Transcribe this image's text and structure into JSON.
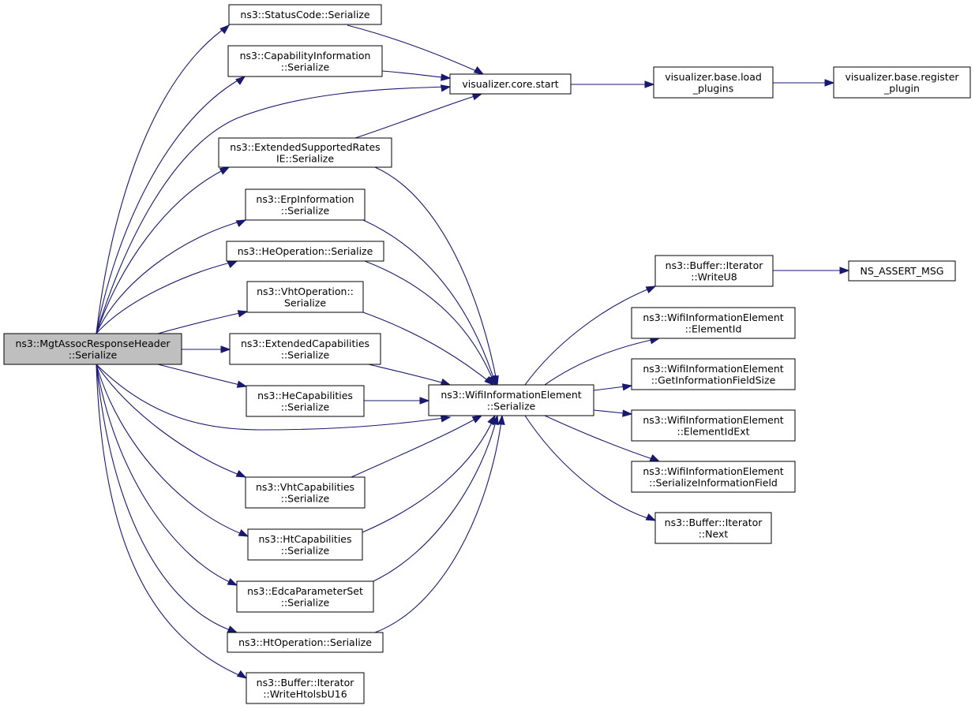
{
  "diagram": {
    "nodes": [
      {
        "id": "root",
        "lines": [
          "ns3::MgtAssocResponseHeader",
          "::Serialize"
        ]
      },
      {
        "id": "status",
        "lines": [
          "ns3::StatusCode::Serialize"
        ]
      },
      {
        "id": "capinfo",
        "lines": [
          "ns3::CapabilityInformation",
          "::Serialize"
        ]
      },
      {
        "id": "extsup",
        "lines": [
          "ns3::ExtendedSupportedRates",
          "IE::Serialize"
        ]
      },
      {
        "id": "erp",
        "lines": [
          "ns3::ErpInformation",
          "::Serialize"
        ]
      },
      {
        "id": "heop",
        "lines": [
          "ns3::HeOperation::Serialize"
        ]
      },
      {
        "id": "vhtop",
        "lines": [
          "ns3::VhtOperation::",
          "Serialize"
        ]
      },
      {
        "id": "extcap",
        "lines": [
          "ns3::ExtendedCapabilities",
          "::Serialize"
        ]
      },
      {
        "id": "hecap",
        "lines": [
          "ns3::HeCapabilities",
          "::Serialize"
        ]
      },
      {
        "id": "vhtcap",
        "lines": [
          "ns3::VhtCapabilities",
          "::Serialize"
        ]
      },
      {
        "id": "htcap",
        "lines": [
          "ns3::HtCapabilities",
          "::Serialize"
        ]
      },
      {
        "id": "edca",
        "lines": [
          "ns3::EdcaParameterSet",
          "::Serialize"
        ]
      },
      {
        "id": "htop",
        "lines": [
          "ns3::HtOperation::Serialize"
        ]
      },
      {
        "id": "writehtol",
        "lines": [
          "ns3::Buffer::Iterator",
          "::WriteHtolsbU16"
        ]
      },
      {
        "id": "vcore",
        "lines": [
          "visualizer.core.start"
        ]
      },
      {
        "id": "vload",
        "lines": [
          "visualizer.base.load",
          "_plugins"
        ]
      },
      {
        "id": "vreg",
        "lines": [
          "visualizer.base.register",
          "_plugin"
        ]
      },
      {
        "id": "wie",
        "lines": [
          "ns3::WifiInformationElement",
          "::Serialize"
        ]
      },
      {
        "id": "writeu8",
        "lines": [
          "ns3::Buffer::Iterator",
          "::WriteU8"
        ]
      },
      {
        "id": "assert",
        "lines": [
          "NS_ASSERT_MSG"
        ]
      },
      {
        "id": "elemid",
        "lines": [
          "ns3::WifiInformationElement",
          "::ElementId"
        ]
      },
      {
        "id": "getinfo",
        "lines": [
          "ns3::WifiInformationElement",
          "::GetInformationFieldSize"
        ]
      },
      {
        "id": "elemidext",
        "lines": [
          "ns3::WifiInformationElement",
          "::ElementIdExt"
        ]
      },
      {
        "id": "serinfo",
        "lines": [
          "ns3::WifiInformationElement",
          "::SerializeInformationField"
        ]
      },
      {
        "id": "next",
        "lines": [
          "ns3::Buffer::Iterator",
          "::Next"
        ]
      }
    ],
    "edges": [
      [
        "root",
        "status"
      ],
      [
        "root",
        "capinfo"
      ],
      [
        "root",
        "vcore"
      ],
      [
        "root",
        "extsup"
      ],
      [
        "root",
        "erp"
      ],
      [
        "root",
        "heop"
      ],
      [
        "root",
        "vhtop"
      ],
      [
        "root",
        "extcap"
      ],
      [
        "root",
        "hecap"
      ],
      [
        "root",
        "wie"
      ],
      [
        "root",
        "vhtcap"
      ],
      [
        "root",
        "htcap"
      ],
      [
        "root",
        "edca"
      ],
      [
        "root",
        "htop"
      ],
      [
        "root",
        "writehtol"
      ],
      [
        "status",
        "vcore"
      ],
      [
        "capinfo",
        "vcore"
      ],
      [
        "extsup",
        "vcore"
      ],
      [
        "extsup",
        "wie"
      ],
      [
        "erp",
        "wie"
      ],
      [
        "heop",
        "wie"
      ],
      [
        "vhtop",
        "wie"
      ],
      [
        "extcap",
        "wie"
      ],
      [
        "hecap",
        "wie"
      ],
      [
        "vhtcap",
        "wie"
      ],
      [
        "htcap",
        "wie"
      ],
      [
        "edca",
        "wie"
      ],
      [
        "htop",
        "wie"
      ],
      [
        "vcore",
        "vload"
      ],
      [
        "vload",
        "vreg"
      ],
      [
        "wie",
        "writeu8"
      ],
      [
        "wie",
        "elemid"
      ],
      [
        "wie",
        "getinfo"
      ],
      [
        "wie",
        "elemidext"
      ],
      [
        "wie",
        "serinfo"
      ],
      [
        "wie",
        "next"
      ],
      [
        "writeu8",
        "assert"
      ]
    ]
  }
}
